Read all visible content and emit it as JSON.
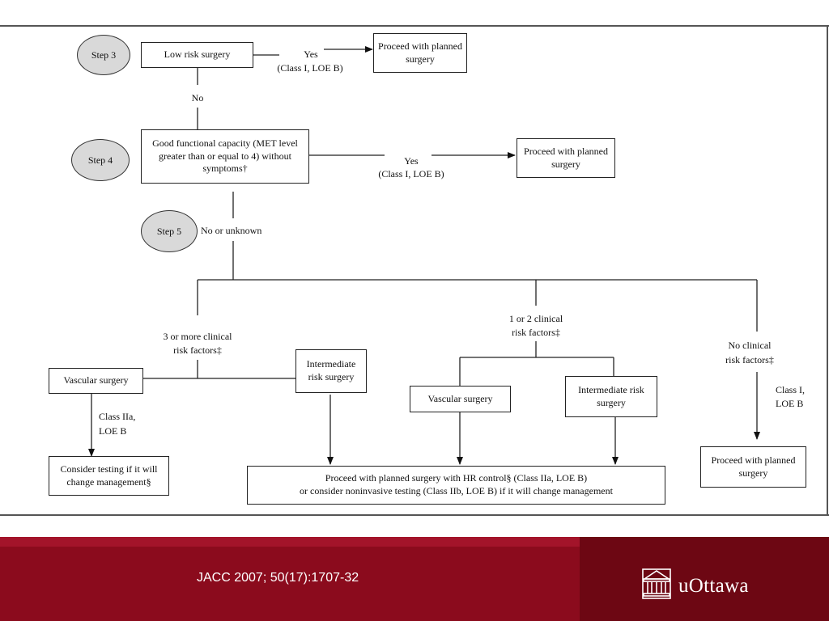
{
  "steps": {
    "step3": "Step 3",
    "step4": "Step 4",
    "step5": "Step 5"
  },
  "nodes": {
    "low_risk_surgery": "Low risk surgery",
    "proceed_step3": "Proceed with planned surgery",
    "functional_capacity": "Good functional capacity (MET level greater than or equal to 4) without symptoms†",
    "proceed_step4": "Proceed with planned surgery",
    "vascular_surgery_left": "Vascular surgery",
    "intermediate_risk_left": "Intermediate risk surgery",
    "consider_testing": "Consider testing if it will change management§",
    "vascular_surgery_mid": "Vascular surgery",
    "intermediate_risk_right": "Intermediate risk surgery",
    "proceed_hr_control_line1": "Proceed with planned surgery with HR control§ (Class IIa, LOE B)",
    "proceed_hr_control_line2": "or consider  noninvasive testing (Class IIb, LOE B) if it will change management",
    "proceed_no_factors": "Proceed with planned surgery"
  },
  "labels": {
    "yes_step3": "Yes",
    "class_step3": "(Class I, LOE B)",
    "no_step3": "No",
    "yes_step4": "Yes",
    "class_step4": "(Class I, LOE B)",
    "no_or_unknown": "No or unknown",
    "three_or_more_line1": "3 or more clinical",
    "three_or_more_line2": "risk factors‡",
    "one_or_two_line1": "1 or 2 clinical",
    "one_or_two_line2": "risk factors‡",
    "no_clinical_line1": "No clinical",
    "no_clinical_line2": "risk factors‡",
    "class_i_line1": "Class I,",
    "class_i_line2": "LOE B",
    "class_iia_line1": "Class IIa,",
    "class_iia_line2": "LOE B"
  },
  "footer": {
    "citation": "JACC 2007; 50(17):1707-32",
    "logo_text": "uOttawa"
  },
  "colors": {
    "footer_red": "#8b0b1d",
    "footer_dark": "#6d0713",
    "step_fill": "#d9d9d9"
  }
}
